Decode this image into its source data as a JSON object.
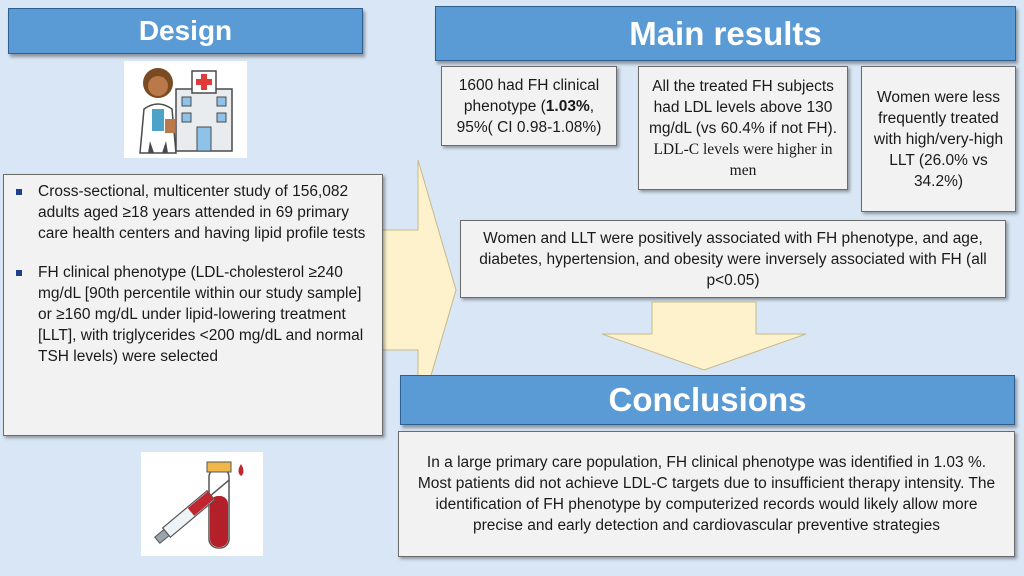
{
  "design": {
    "title": "Design",
    "bullets": [
      "Cross-sectional, multicenter study of 156,082 adults aged ≥18 years   attended in 69 primary care health centers and having lipid profile tests",
      "FH clinical phenotype (LDL-cholesterol ≥240 mg/dL [90th percentile within our study sample] or ≥160 mg/dL under lipid-lowering treatment [LLT], with triglycerides <200 mg/dL and normal TSH levels) were selected"
    ]
  },
  "main_results": {
    "title": "Main results",
    "box1": {
      "pre": "1600 had FH clinical phenotype (",
      "bold": "1.03%",
      "post": ", 95%( CI 0.98-1.08%)"
    },
    "box2": {
      "sans": "All the treated FH subjects had LDL levels above 130 mg/dL (vs 60.4% if not FH).",
      "serif": " LDL-C levels were higher in men"
    },
    "box3": "Women were less frequently treated with high/very-high LLT (26.0% vs 34.2%)",
    "association": "Women and LLT were positively associated with FH phenotype, and age, diabetes, hypertension, and obesity were inversely associated with FH (all p<0.05)"
  },
  "conclusions": {
    "title": "Conclusions",
    "text": "In a large primary care population, FH clinical phenotype was identified in 1.03 %. Most patients did not achieve LDL-C targets due to insufficient therapy intensity. The identification of FH phenotype by computerized records would likely allow more precise and early detection and cardiovascular preventive strategies"
  },
  "colors": {
    "background": "#d9e6f5",
    "header": "#5b9bd5",
    "box": "#f2f2f2",
    "arrow": "#fdf2cc"
  },
  "icons": [
    "doctor-hospital-icon",
    "blood-sample-icon"
  ]
}
